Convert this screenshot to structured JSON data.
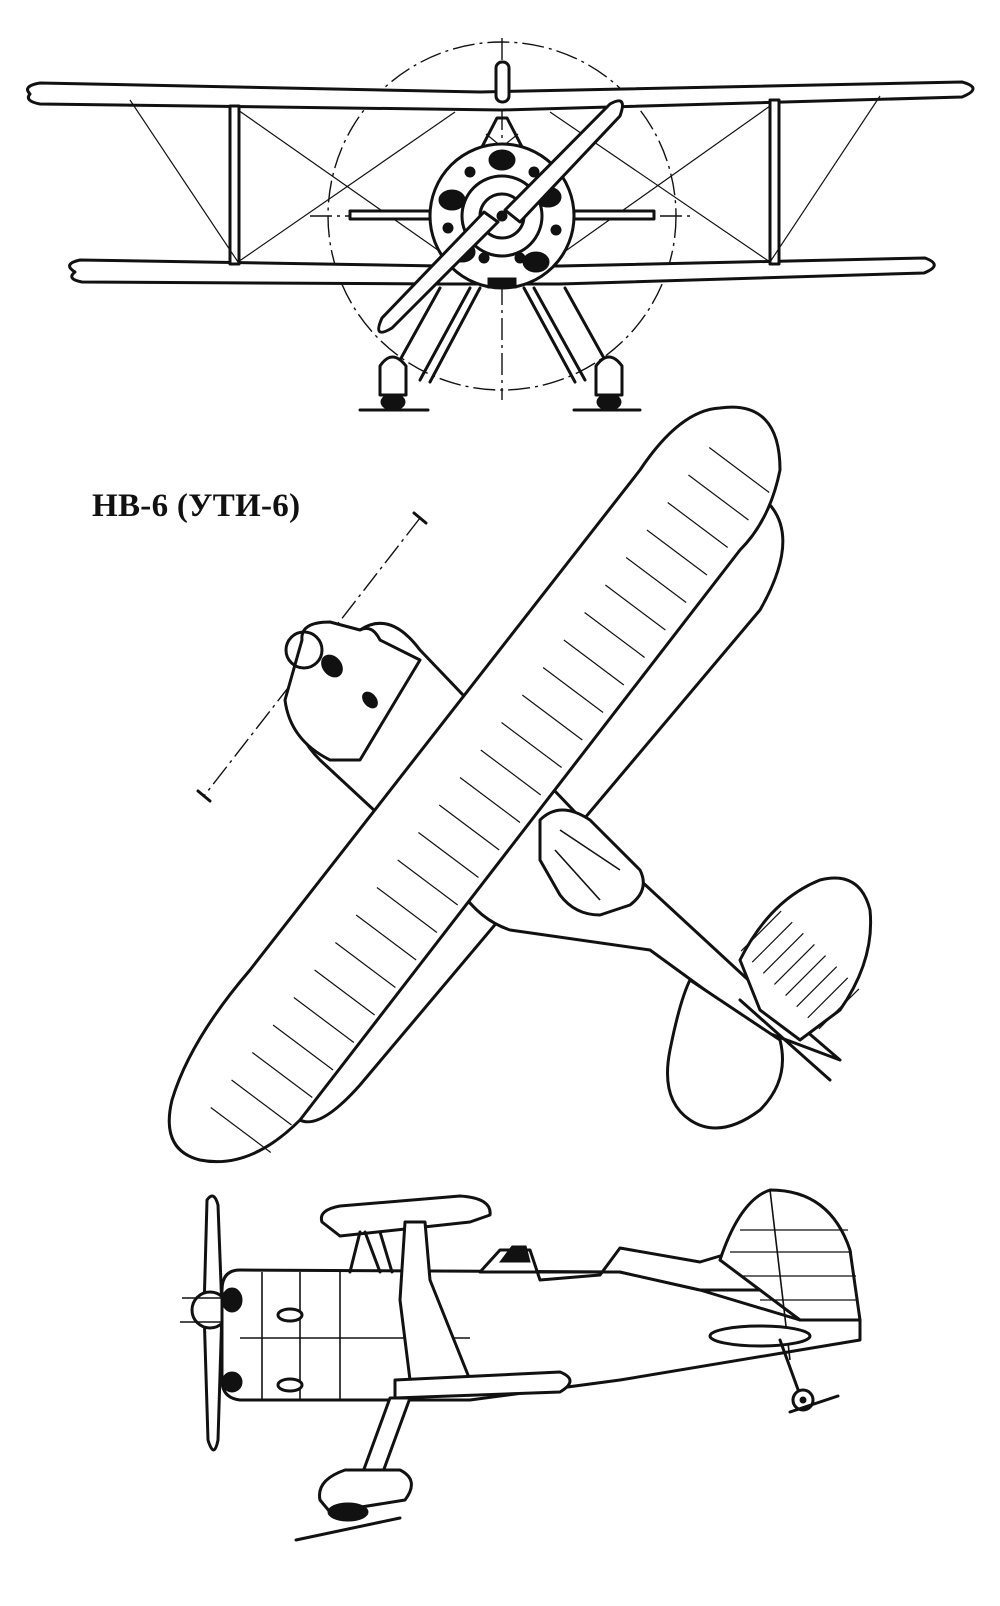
{
  "title": "НВ-6 (УТИ-6)",
  "views": {
    "front": "front-view",
    "top": "top-view",
    "side": "side-view"
  },
  "colors": {
    "ink": "#111111",
    "paper": "#ffffff"
  }
}
